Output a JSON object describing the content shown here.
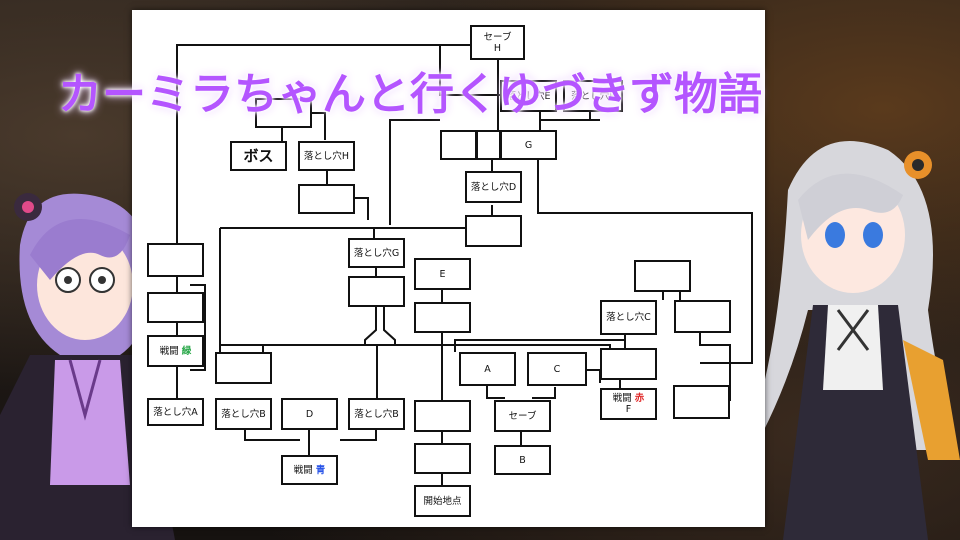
{
  "title": "カーミラちゃんと行くゆづきず物語",
  "boxes": {
    "save_h": "セーブ\nH",
    "pit_e": "落とし穴E",
    "pit_f": "落とし穴F",
    "g": "G",
    "boss": "ボス",
    "pit_h": "落とし穴H",
    "pit_d": "落とし穴D",
    "pit_g": "落とし穴G",
    "e": "E",
    "battle_green_label": "戦闘",
    "battle_green_color": "緑",
    "pit_a": "落とし穴A",
    "pit_b_left": "落とし穴B",
    "d": "D",
    "pit_b_right": "落とし穴B",
    "battle_blue_label": "戦闘",
    "battle_blue_color": "青",
    "a": "A",
    "c": "C",
    "save": "セーブ",
    "b": "B",
    "start": "開始地点",
    "pit_c": "落とし穴C",
    "battle_red_label": "戦闘",
    "battle_red_color": "赤",
    "f": "F"
  },
  "colors": {
    "title": "#b455ff",
    "green": "#2aa84a",
    "blue": "#2a55e8",
    "red": "#e02a2a"
  }
}
